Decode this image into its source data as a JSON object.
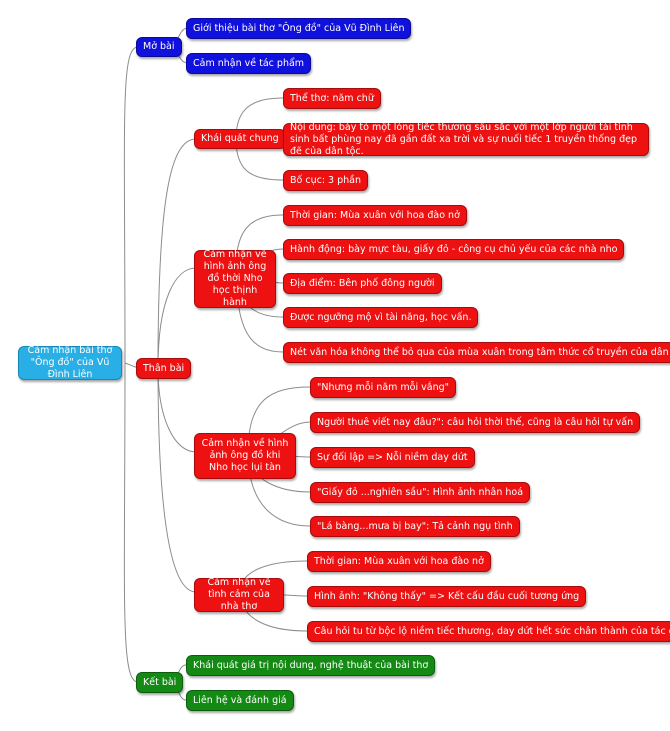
{
  "root": "Cảm nhận bài thơ \"Ông đồ\" của Vũ Đình Liên",
  "mo_bai": {
    "label": "Mở bài",
    "items": [
      "Giới thiệu bài thơ \"Ông đồ\" của Vũ Đình Liên",
      "Cảm nhận về tác phẩm"
    ]
  },
  "than_bai": {
    "label": "Thân bài",
    "khai_quat": {
      "label": "Khái quát chung",
      "items": [
        "Thể thơ: năm chữ",
        "Nội dung: bày tỏ một lòng tiếc thương sâu sắc với một lớp người tài tình sinh bất phùng nay đã gần đất xa trời và sự nuối tiếc 1 truyền thống đẹp đẽ của dân tộc.",
        "Bố cục: 3 phần"
      ]
    },
    "thinh_hanh": {
      "label": "Cảm nhận về hình ảnh ông đồ thời Nho học thịnh hành",
      "items": [
        "Thời gian: Mùa xuân với hoa đào nở",
        "Hành động: bày mực tàu, giấy đỏ - công cụ chủ yếu của các nhà nho",
        "Địa điểm: Bên phố đông người",
        "Được ngưỡng mộ vì tài năng, học vấn.",
        "Nét văn hóa không thể bỏ qua của mùa xuân trong tâm thức cổ truyền của dân tộc."
      ]
    },
    "lui_tan": {
      "label": "Cảm nhận về hình ảnh ông đồ khi Nho học lụi tàn",
      "items": [
        "\"Nhưng mỗi năm mỗi vắng\"",
        "Người thuê viết nay đâu?\": câu hỏi thời thế, cũng là câu hỏi tự vấn",
        "Sự đối lập => Nỗi niềm day dứt",
        "\"Giấy đỏ ...nghiên sầu\": Hình ảnh nhân hoá",
        "\"Lá bàng...mưa bị bay\": Tả cảnh ngụ tình"
      ]
    },
    "tinh_cam": {
      "label": "Cảm nhận về tình cảm của nhà thơ",
      "items": [
        "Thời gian: Mùa xuân với hoa đào nở",
        "Hình ảnh: \"Không thấy\" => Kết cấu đầu cuối tương ứng",
        "Câu hỏi tu từ bộc lộ niềm tiếc thương, day dứt hết sức chân thành của tác giả"
      ]
    }
  },
  "ket_bai": {
    "label": "Kết bài",
    "items": [
      "Khái quát giá trị nội dung, nghệ thuật của bài thơ",
      "Liên hệ và đánh giá"
    ]
  }
}
